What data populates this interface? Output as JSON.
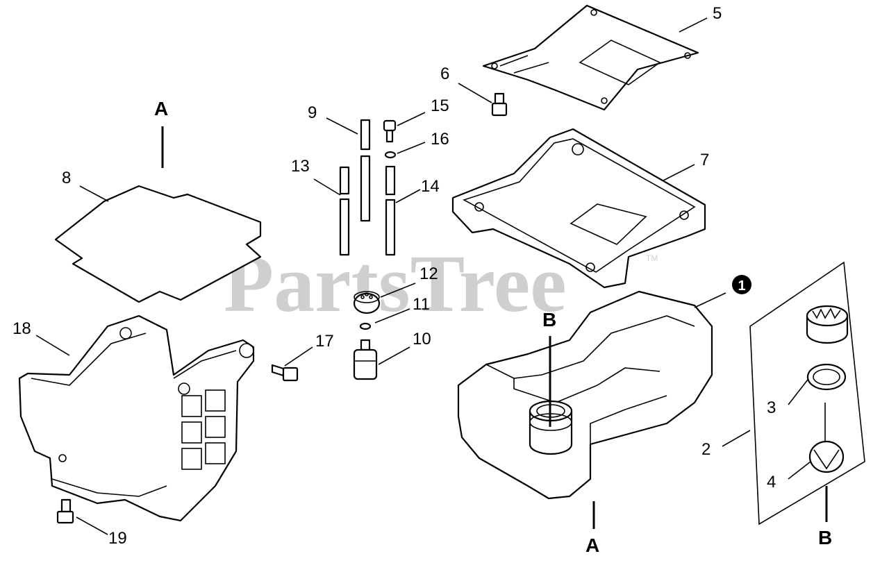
{
  "watermark": {
    "text": "PartsTree",
    "trademark": "TM"
  },
  "callouts": {
    "c1": "1",
    "c2": "2",
    "c3": "3",
    "c4": "4",
    "c5": "5",
    "c6": "6",
    "c7": "7",
    "c8": "8",
    "c9": "9",
    "c10": "10",
    "c11": "11",
    "c12": "12",
    "c13": "13",
    "c14": "14",
    "c15": "15",
    "c16": "16",
    "c17": "17",
    "c18": "18",
    "c19": "19"
  },
  "references": {
    "a_top": "A",
    "a_bottom": "A",
    "b_tank": "B",
    "b_bottom": "B"
  },
  "colors": {
    "line": "#000000",
    "watermark": "#cfcfcf",
    "background": "#ffffff"
  }
}
